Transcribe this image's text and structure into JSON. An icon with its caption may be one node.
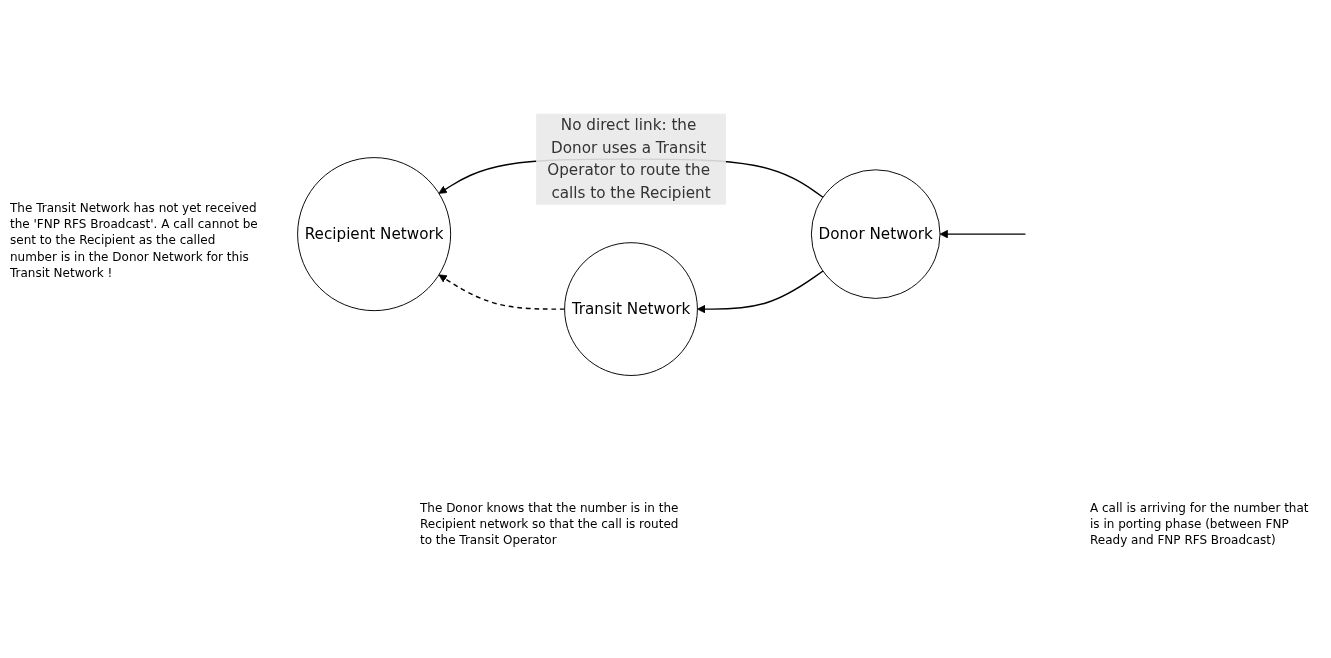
{
  "diagram": {
    "nodes": [
      {
        "text": [
          "Recipient Network"
        ]
      },
      {
        "text": [
          "Transit Network"
        ]
      },
      {
        "text": [
          "Donor Network"
        ]
      }
    ],
    "edges": [
      {
        "from": 2,
        "to": 0,
        "arrow": "to",
        "label": "No direct link: the Donor uses a Transit Operator to route the calls to the Recipient"
      },
      {
        "from": 1,
        "to": 0,
        "arrow": "to",
        "style": "dashed"
      },
      {
        "from": 2,
        "to": 1,
        "arrow": "to"
      },
      {
        "from": null,
        "to": 2,
        "arrow": "to"
      }
    ],
    "labels": [
      "The Transit Network has not yet received the 'FNP RFS Broadcast'. A call cannot be sent to the Recipient as the called number is in the Donor Network for this Transit Network !",
      "The Donor knows that the number is in the Recipient network so that the call is routed to the Transit Operator",
      "A call is arriving for the number that is in porting phase (between FNP Ready and FNP RFS Broadcast)"
    ]
  }
}
